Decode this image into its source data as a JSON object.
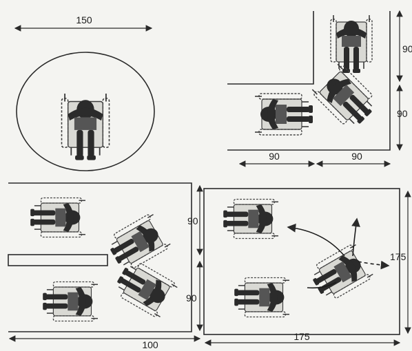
{
  "dimensions": {
    "turning_circle_diameter": "150",
    "corner_top_vertical": "90",
    "corner_lower_vertical": "90",
    "corner_bottom_left": "90",
    "corner_bottom_right": "90",
    "bottom_left_vertical_top": "90",
    "bottom_left_vertical_bottom": "90",
    "bottom_left_width": "100",
    "bottom_right_width": "175",
    "bottom_right_side": "175"
  },
  "colors": {
    "ink": "#2a2a2a",
    "paper": "#f4f4f1",
    "fill": "#d9d9d4"
  }
}
